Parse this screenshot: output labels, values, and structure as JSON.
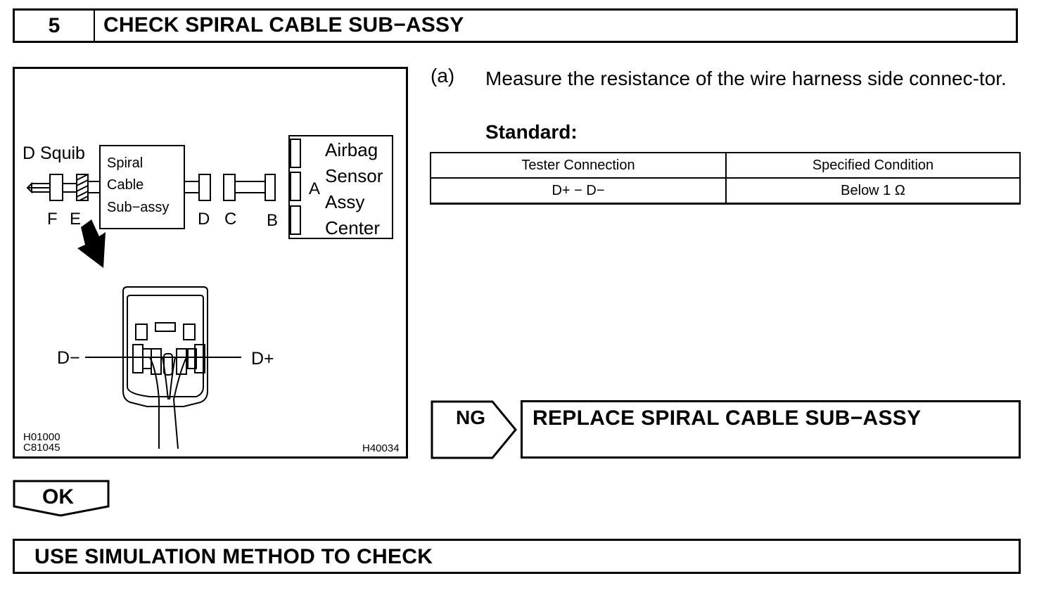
{
  "header": {
    "step_number": "5",
    "title": "CHECK SPIRAL CABLE SUB−ASSY"
  },
  "figure": {
    "label_d_squib": "D Squib",
    "label_spiral": "Spiral",
    "label_cable": "Cable",
    "label_subassy": "Sub−assy",
    "label_f": "F",
    "label_e": "E",
    "label_d": "D",
    "label_c": "C",
    "label_b": "B",
    "label_a": "A",
    "label_airbag": "Airbag",
    "label_sensor": "Sensor",
    "label_assy": "Assy",
    "label_center": "Center",
    "label_dminus": "D−",
    "label_dplus": "D+",
    "code_1": "H01000",
    "code_2": "C81045",
    "code_3": "H40034"
  },
  "instruction": {
    "step": "(a)",
    "text": "Measure the resistance of the wire harness side connec-tor.",
    "standard": "Standard:"
  },
  "table": {
    "headers": [
      "Tester Connection",
      "Specified Condition"
    ],
    "rows": [
      [
        "D+ − D−",
        "Below 1 Ω"
      ]
    ]
  },
  "ng": {
    "label": "NG",
    "action": "REPLACE SPIRAL CABLE SUB−ASSY"
  },
  "ok": {
    "label": "OK"
  },
  "next_step": {
    "text": "USE SIMULATION METHOD TO CHECK"
  }
}
